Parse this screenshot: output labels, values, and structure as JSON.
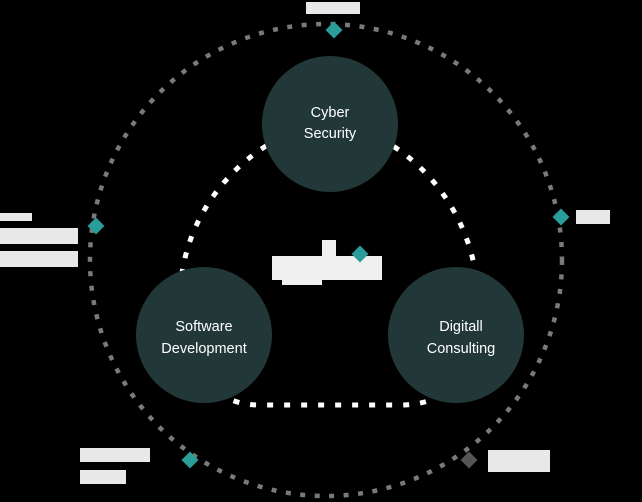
{
  "colors": {
    "background": "#000000",
    "circle_fill": "#223838",
    "accent_teal": "#2a9c9a",
    "marker_gray": "#555555",
    "dot_outer": "#7a7a7a",
    "dot_inner": "#ffffff",
    "block_light": "#e8e8e8",
    "label_text": "#ffffff"
  },
  "nodes": {
    "cyber": {
      "line1": "Cyber",
      "line2": "Security"
    },
    "software": {
      "line1": "Software",
      "line2": "Development"
    },
    "digital": {
      "line1": "Digitall",
      "line2": "Consulting"
    }
  },
  "center_logo": {
    "icon": "logo-mark"
  },
  "outer_markers": [
    {
      "id": "top",
      "icon": "diamond-marker",
      "color": "teal"
    },
    {
      "id": "right",
      "icon": "diamond-marker",
      "color": "teal"
    },
    {
      "id": "left",
      "icon": "diamond-marker",
      "color": "teal"
    },
    {
      "id": "bottom-left",
      "icon": "diamond-marker",
      "color": "teal"
    },
    {
      "id": "bottom-right",
      "icon": "diamond-marker",
      "color": "gray"
    }
  ]
}
